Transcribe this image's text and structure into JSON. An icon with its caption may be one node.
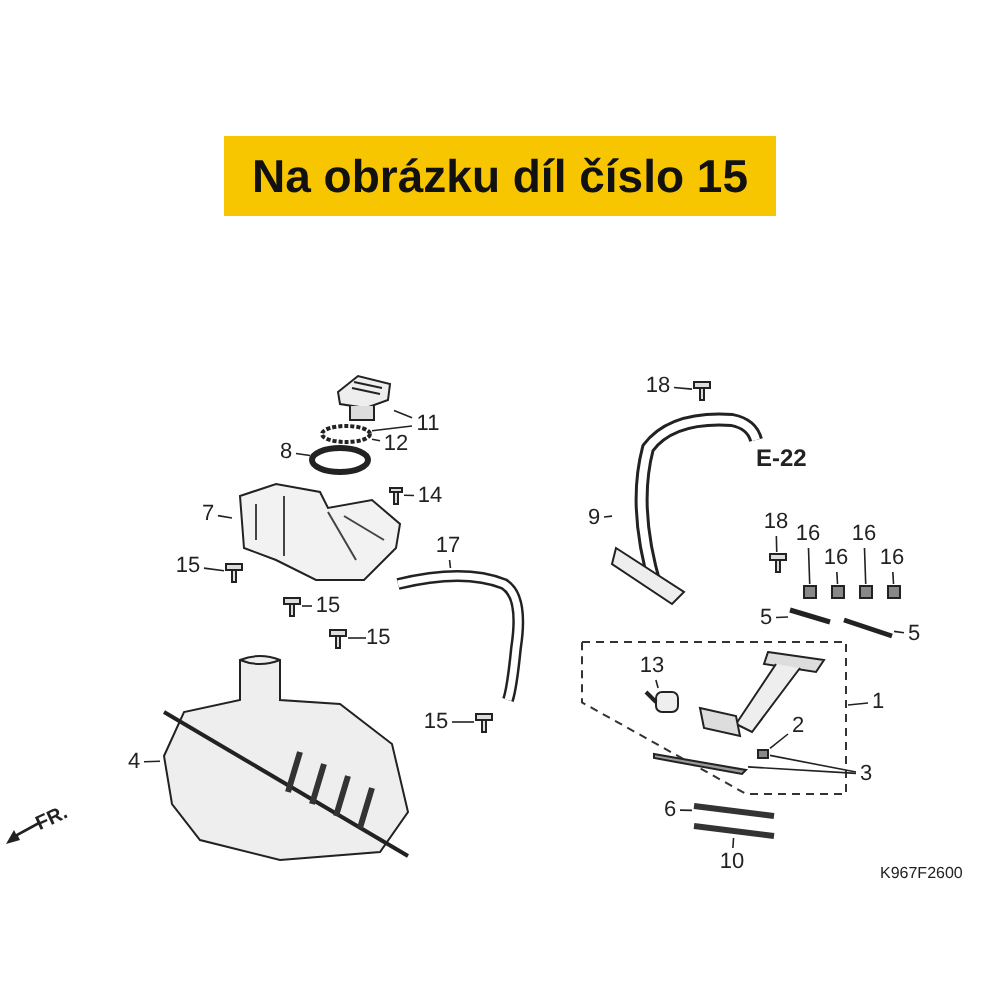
{
  "diagram": {
    "title": "Na obrázku díl číslo 15",
    "nodes": [
      {
        "text": [
          "11"
        ]
      },
      {
        "text": [],
        "shape": "picture"
      },
      {
        "text": [
          "12"
        ]
      },
      {
        "text": [],
        "shape": "circle"
      },
      {
        "text": [
          "8"
        ]
      },
      {
        "text": [],
        "shape": "circle"
      },
      {
        "text": [
          "7"
        ]
      },
      {
        "text": [],
        "shape": "picture"
      },
      {
        "text": [
          "14"
        ]
      },
      {
        "text": [],
        "shape": "picture"
      },
      {
        "text": [
          "15"
        ]
      },
      {
        "text": [],
        "shape": "picture"
      },
      {
        "text": [
          "17"
        ]
      },
      {
        "text": [],
        "shape": "picture"
      },
      {
        "text": [
          "15"
        ]
      },
      {
        "text": [],
        "shape": "picture"
      },
      {
        "text": [
          "15"
        ]
      },
      {
        "text": [],
        "shape": "picture"
      },
      {
        "text": [
          "15"
        ]
      },
      {
        "text": [],
        "shape": "picture"
      },
      {
        "text": [
          "4"
        ]
      },
      {
        "text": [],
        "shape": "picture"
      },
      {
        "text": [
          "18"
        ]
      },
      {
        "text": [],
        "shape": "picture"
      },
      {
        "text": [
          "9"
        ]
      },
      {
        "text": [],
        "shape": "picture",
        "beside": [
          "E-22"
        ]
      },
      {
        "text": [
          "18"
        ]
      },
      {
        "text": [],
        "shape": "picture"
      },
      {
        "text": [
          "16"
        ]
      },
      {
        "text": [],
        "shape": "box"
      },
      {
        "text": [
          "16"
        ]
      },
      {
        "text": [],
        "shape": "box"
      },
      {
        "text": [
          "16"
        ]
      },
      {
        "text": [],
        "shape": "box"
      },
      {
        "text": [
          "16"
        ]
      },
      {
        "text": [],
        "shape": "box"
      },
      {
        "text": [
          "5"
        ]
      },
      {
        "text": [],
        "shape": "picture"
      },
      {
        "text": [
          "5"
        ]
      },
      {
        "text": [],
        "shape": "picture"
      },
      {
        "text": [
          "13"
        ],
        "in": 43
      },
      {
        "text": [],
        "shape": "cylinder",
        "in": 43
      },
      {
        "text": [
          "1"
        ]
      },
      {
        "text": [],
        "shape": "box"
      },
      {
        "text": [
          "2"
        ],
        "in": 43
      },
      {
        "text": [],
        "shape": "box",
        "in": 43
      },
      {
        "text": [
          "3"
        ]
      },
      {
        "text": [],
        "shape": "bar",
        "in": 43
      },
      {
        "text": [
          "6"
        ]
      },
      {
        "text": [],
        "shape": "picture"
      },
      {
        "text": [
          "10"
        ]
      },
      {
        "text": [],
        "shape": "picture"
      }
    ],
    "edges": [
      {
        "from": 0,
        "to": 1,
        "arrow": "none"
      },
      {
        "from": 0,
        "to": 3,
        "arrow": "none"
      },
      {
        "from": 2,
        "to": 3,
        "arrow": "none"
      },
      {
        "from": 4,
        "to": 5,
        "arrow": "none"
      },
      {
        "from": 6,
        "to": 7,
        "arrow": "none"
      },
      {
        "from": 8,
        "to": 9,
        "arrow": "none"
      },
      {
        "from": 10,
        "to": 11,
        "arrow": "none"
      },
      {
        "from": 12,
        "to": 13,
        "arrow": "none"
      },
      {
        "from": 14,
        "to": 15,
        "arrow": "none"
      },
      {
        "from": 16,
        "to": 17,
        "arrow": "none"
      },
      {
        "from": 18,
        "to": 19,
        "arrow": "none"
      },
      {
        "from": 20,
        "to": 21,
        "arrow": "none"
      },
      {
        "from": 22,
        "to": 23,
        "arrow": "none"
      },
      {
        "from": 24,
        "to": 25,
        "arrow": "none"
      },
      {
        "from": 26,
        "to": 27,
        "arrow": "none"
      },
      {
        "from": 28,
        "to": 29,
        "arrow": "none"
      },
      {
        "from": 30,
        "to": 31,
        "arrow": "none"
      },
      {
        "from": 32,
        "to": 33,
        "arrow": "none"
      },
      {
        "from": 34,
        "to": 35,
        "arrow": "none"
      },
      {
        "from": 36,
        "to": 37,
        "arrow": "none"
      },
      {
        "from": 38,
        "to": 39,
        "arrow": "none"
      },
      {
        "from": 40,
        "to": 41,
        "arrow": "none"
      },
      {
        "from": 42,
        "to": 43,
        "arrow": "none"
      },
      {
        "from": 44,
        "to": 45,
        "arrow": "none"
      },
      {
        "from": 46,
        "to": 45,
        "arrow": "none"
      },
      {
        "from": 46,
        "to": 47,
        "arrow": "none"
      },
      {
        "from": 48,
        "to": 49,
        "arrow": "none"
      },
      {
        "from": 50,
        "to": 51,
        "arrow": "none"
      }
    ],
    "labels": [
      "FR.",
      "K967F2600"
    ]
  }
}
